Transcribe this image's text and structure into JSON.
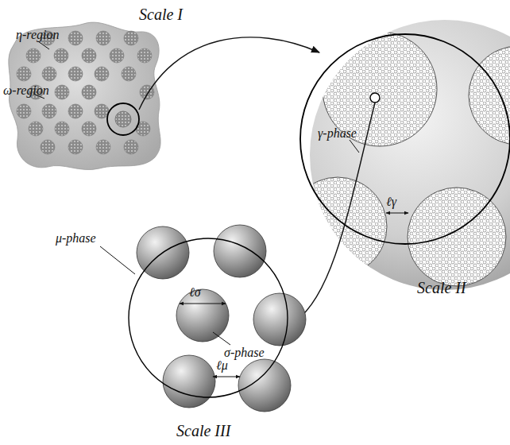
{
  "diagram": {
    "labels": [
      "Scale I",
      "η-region",
      "ω-region",
      "γ-phase",
      "ℓγ",
      "Scale II",
      "μ-phase",
      "ℓσ",
      "ℓμ",
      "σ-phase",
      "Scale III"
    ]
  }
}
